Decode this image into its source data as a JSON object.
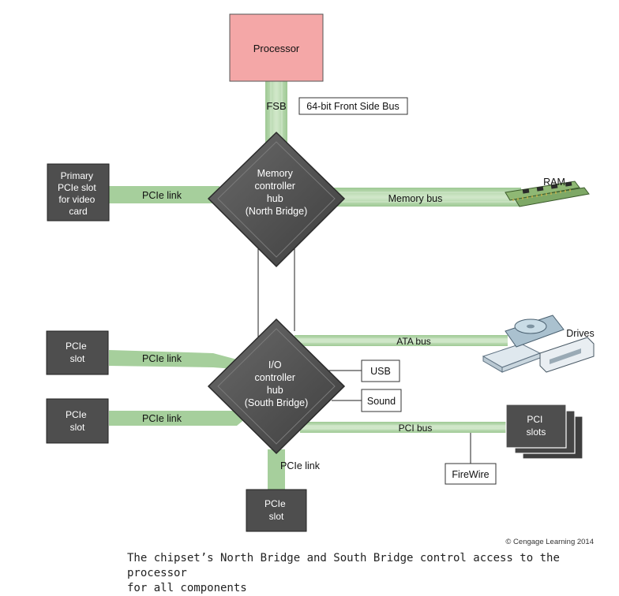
{
  "diagram": {
    "processor": "Processor",
    "fsb": "FSB",
    "fsb_box": "64-bit Front Side Bus",
    "north_bridge": [
      "Memory",
      "controller",
      "hub",
      "(North Bridge)"
    ],
    "south_bridge": [
      "I/O",
      "controller",
      "hub",
      "(South Bridge)"
    ],
    "primary_slot": [
      "Primary",
      "PCIe slot",
      "for video",
      "card"
    ],
    "pcie_link": "PCIe link",
    "memory_bus": "Memory bus",
    "ram": "RAM",
    "drives": "Drives",
    "ata_bus": "ATA bus",
    "usb": "USB",
    "sound": "Sound",
    "pcie_slot": [
      "PCIe",
      "slot"
    ],
    "pci_bus": "PCI bus",
    "pci_slots": [
      "PCI",
      "slots"
    ],
    "firewire": "FireWire",
    "copyright": "© Cengage Learning 2014"
  },
  "caption": "The chipset’s North Bridge and South Bridge control access to the processor\nfor all components",
  "colors": {
    "bus_green": "#a6cf9c",
    "bus_stripe": "#d6ead0",
    "processor_fill": "#f4a7a7",
    "chip_fill": "#4a4a4a",
    "slot_fill": "#4e4e4e"
  }
}
